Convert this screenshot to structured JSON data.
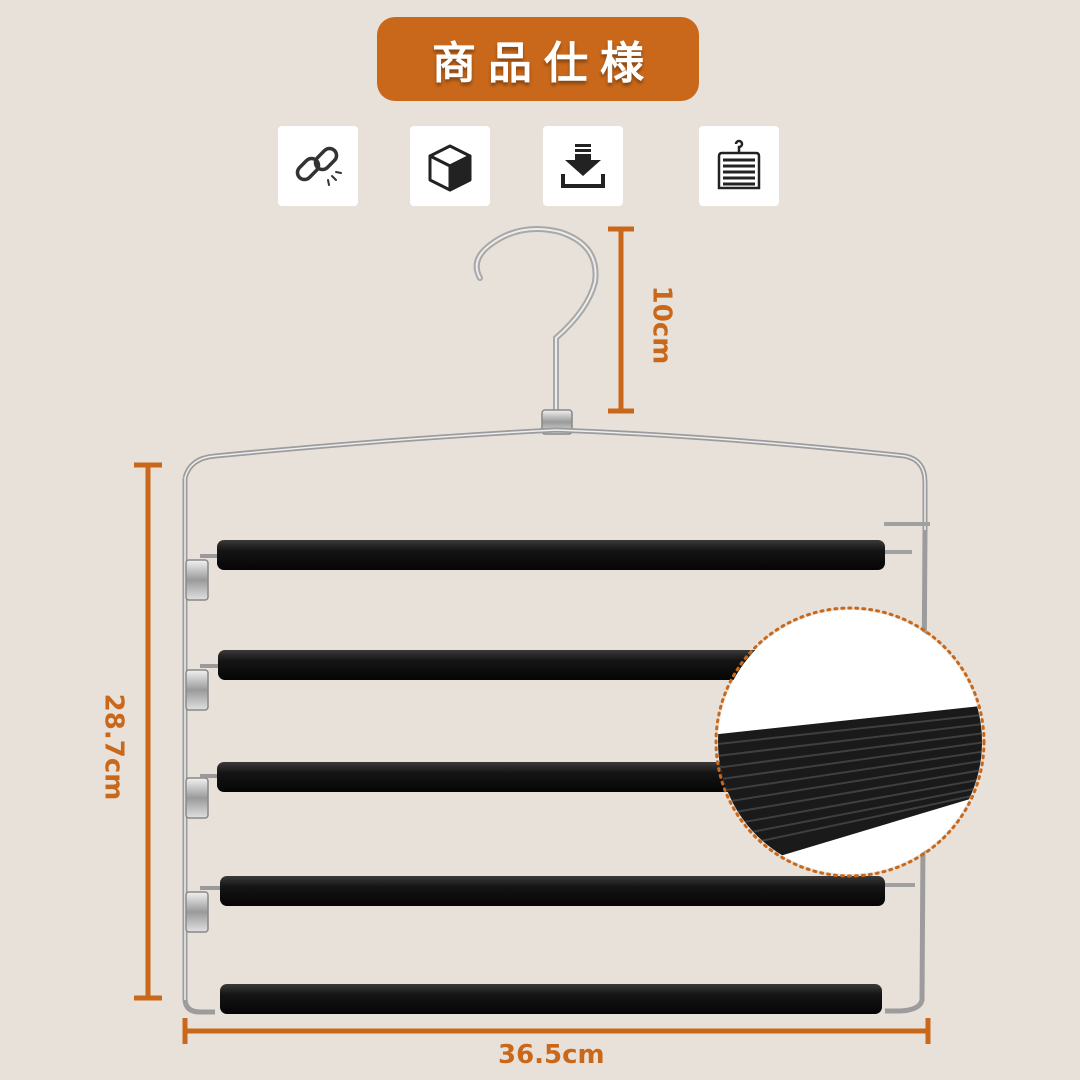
{
  "header": {
    "title": "商品仕様"
  },
  "icons": [
    {
      "name": "chain-link-icon"
    },
    {
      "name": "box-icon"
    },
    {
      "name": "download-tray-icon"
    },
    {
      "name": "multi-bar-hanger-icon"
    }
  ],
  "dimensions": {
    "hook_height": "10cm",
    "body_height": "28.7cm",
    "width": "36.5cm"
  },
  "colors": {
    "accent": "#c9681a",
    "background": "#e7e1da",
    "bar": "#1b1b1b",
    "chrome": "#c9c9c9"
  }
}
